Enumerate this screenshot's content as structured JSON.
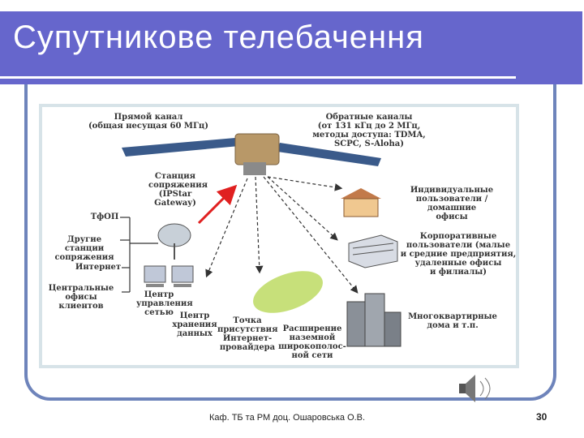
{
  "slide": {
    "title": "Супутникове  телебачення",
    "footer": "Каф. ТБ та РМ доц. Ошаровська О.В.",
    "page_number": "30"
  },
  "diagram": {
    "forward_channel": "Прямой канал\n(общая несущая 60 МГц)",
    "return_channels": "Обратные каналы\n(от 131 кГц до 2 МГц,\nметоды доступа: TDMA,\nSCPC, S-Aloha)",
    "gateway": "Станция\nсопряжения\n(IPStar\nGateway)",
    "pstn": "ТфОП",
    "other_gateways": "Другие станции\nсопряжения",
    "internet": "Интернет",
    "central_offices": "Центральные\nофисы клиентов",
    "network_control": "Центр\nуправления\nсетью",
    "data_center": "Центр\nхранения\nданных",
    "isp_pop": "Точка\nприсутствия\nИнтернет-\nпровайдера",
    "broadband_expansion": "Расширение\nназемной\nширокополос-\nной сети",
    "individual_users": "Индивидуальные\nпользователи / домашние\nофисы",
    "corporate_users": "Корпоративные\nпользователи (малые\nи средние предприятия,\nудаленные офисы\nи филиалы)",
    "apartment_buildings": "Многоквартирные\nдома и т.п."
  },
  "colors": {
    "title_bar": "#6666cc",
    "frame": "#6e84bb",
    "uplink_arrow": "#e02020"
  },
  "icons": [
    "satellite-icon",
    "speaker-icon",
    "house-icon",
    "office-building-icon",
    "apartment-buildings-icon",
    "dish-antenna-icon",
    "computer-icon"
  ]
}
